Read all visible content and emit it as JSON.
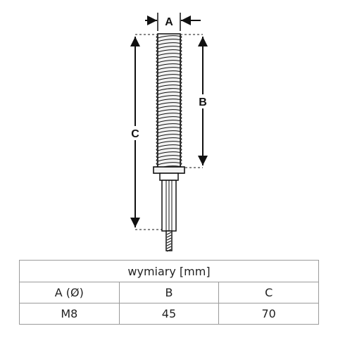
{
  "drawing": {
    "labels": {
      "a": "A",
      "b": "B",
      "c": "C"
    }
  },
  "table": {
    "title": "wymiary [mm]",
    "headers": [
      "A (Ø)",
      "B",
      "C"
    ],
    "values": [
      "M8",
      "45",
      "70"
    ]
  }
}
